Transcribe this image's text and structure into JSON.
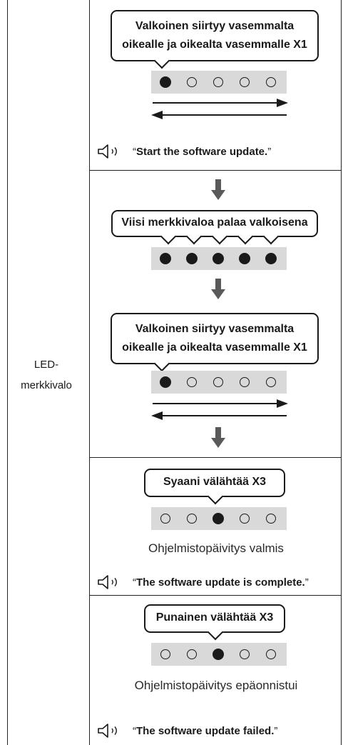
{
  "row_label": [
    "LED-",
    "merkkivalo"
  ],
  "sections": {
    "s1": {
      "bubble": [
        "Valkoinen siirtyy vasemmalta",
        "oikealle ja oikealta vasemmalle X1"
      ],
      "leds": [
        1,
        0,
        0,
        0,
        0
      ],
      "voice": {
        "open": "“",
        "text": "Start the software update.",
        "close": "”"
      }
    },
    "s2": {
      "bubble_all": "Viisi merkkivaloa palaa valkoisena",
      "leds_all": [
        1,
        1,
        1,
        1,
        1
      ],
      "bubble": [
        "Valkoinen siirtyy vasemmalta",
        "oikealle ja oikealta vasemmalle X1"
      ],
      "leds": [
        1,
        0,
        0,
        0,
        0
      ]
    },
    "s3": {
      "bubble": "Syaani välähtää X3",
      "leds": [
        0,
        0,
        1,
        0,
        0
      ],
      "status": "Ohjelmistopäivitys valmis",
      "voice": {
        "open": "“",
        "text": "The software update is complete.",
        "close": "”"
      }
    },
    "s4": {
      "bubble": "Punainen välähtää X3",
      "leds": [
        0,
        0,
        1,
        0,
        0
      ],
      "status": "Ohjelmistopäivitys epäonnistui",
      "voice": {
        "open": "“",
        "text": "The software update failed.",
        "close": "”"
      }
    }
  },
  "colors": {
    "ink": "#1a1a1a",
    "strip": "#d9d9d9",
    "arrow_gray": "#5a5a5a"
  },
  "icons": {
    "voice": "speaker-icon",
    "flow": "down-arrow-icon",
    "motion": "left-right-arrows-icon"
  }
}
